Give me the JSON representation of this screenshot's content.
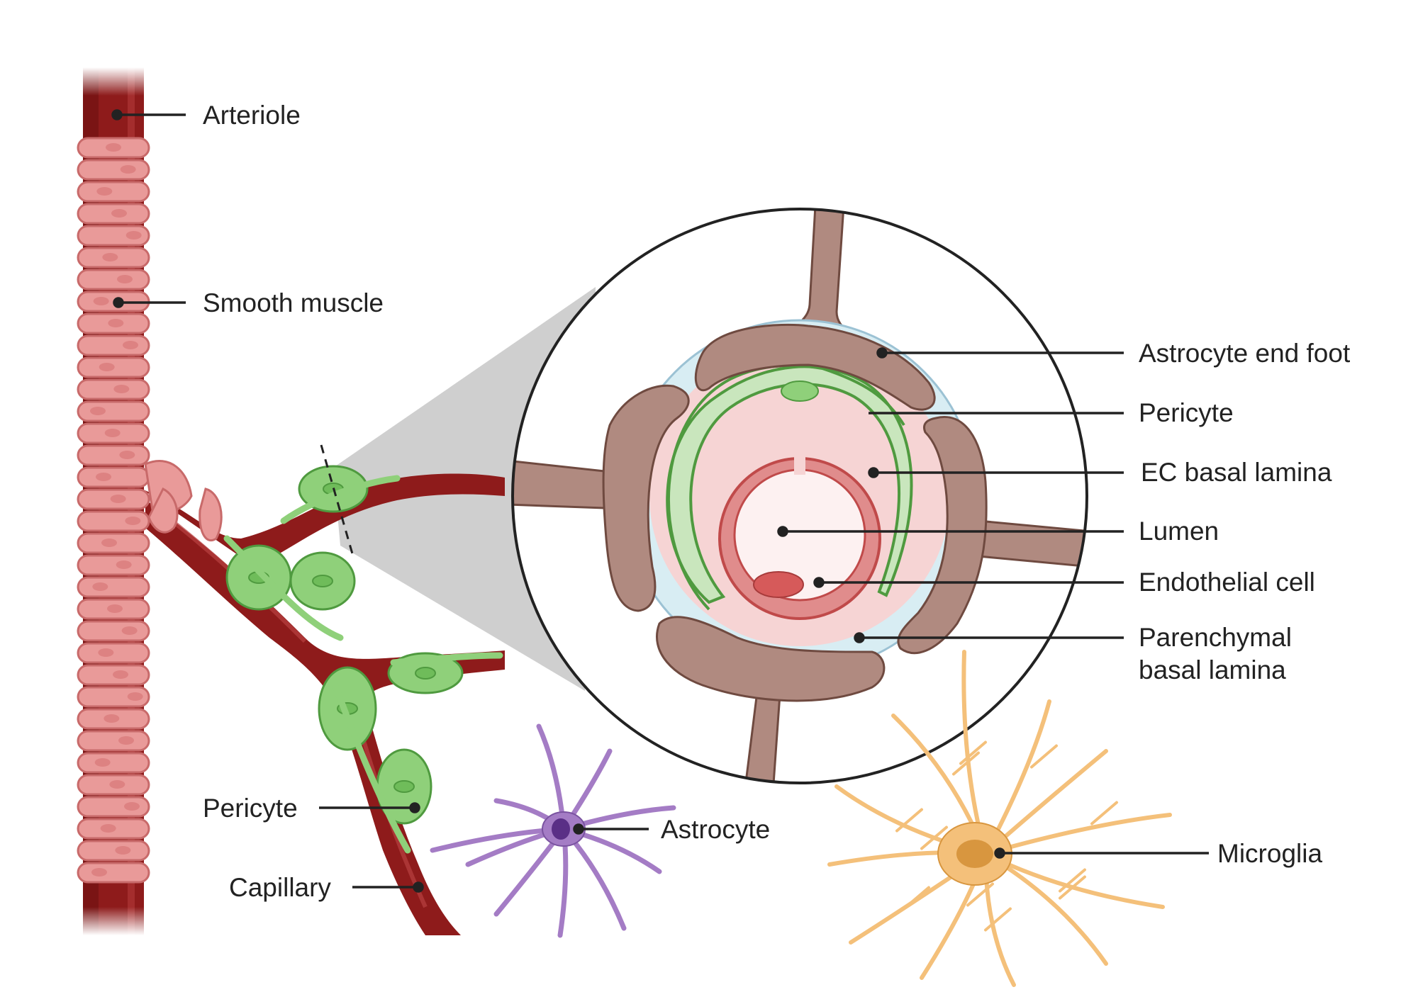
{
  "labels": {
    "arteriole": "Arteriole",
    "smooth_muscle": "Smooth muscle",
    "pericyte_left": "Pericyte",
    "capillary": "Capillary",
    "astrocyte": "Astrocyte",
    "microglia": "Microglia",
    "astrocyte_end_foot": "Astrocyte end foot",
    "pericyte_right": "Pericyte",
    "ec_basal_lamina": "EC basal lamina",
    "lumen": "Lumen",
    "endothelial_cell": "Endothelial cell",
    "parenchymal_line1": "Parenchymal",
    "parenchymal_line2": "basal lamina"
  },
  "colors": {
    "vessel": "#8e1b1b",
    "vessel_dark": "#6a0f0f",
    "smooth_muscle": "#e99a99",
    "smooth_muscle_edge": "#c86a6a",
    "pericyte": "#8fd07a",
    "pericyte_edge": "#4f9a3f",
    "astro_foot": "#b08a80",
    "astro_foot_edge": "#6f4a40",
    "astrocyte": "#a47cc5",
    "microglia": "#f4c07a",
    "magnifier_shadow": "#cfcfcf",
    "circle_edge": "#222222"
  }
}
